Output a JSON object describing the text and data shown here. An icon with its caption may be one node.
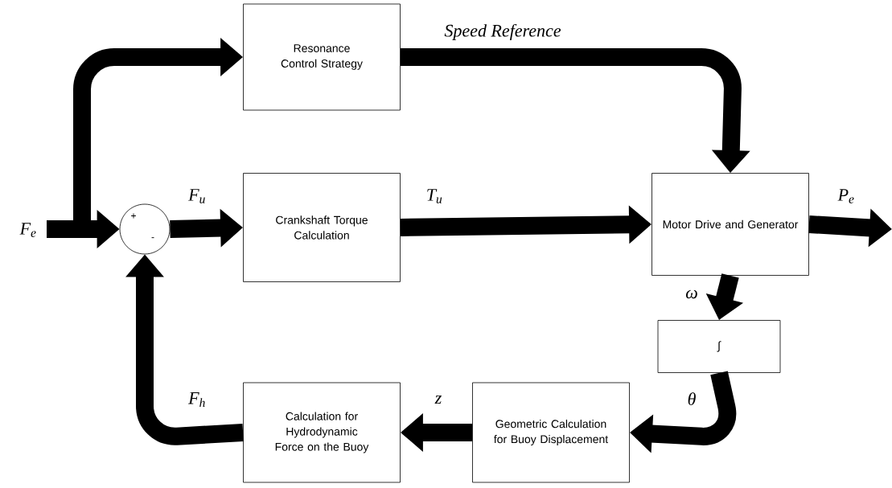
{
  "diagram": {
    "nodes": [
      {
        "text": [
          "Resonance Control Strategy"
        ]
      },
      {
        "text": [
          "+",
          "-"
        ]
      },
      {
        "text": [
          "Crankshaft Torque Calculation"
        ]
      },
      {
        "text": [
          "Motor Drive and Generator"
        ]
      },
      {
        "text": [
          "∫"
        ]
      },
      {
        "text": [
          "Geometric Calculation for Buoy Displacement"
        ]
      },
      {
        "text": [
          "Calculation for Hydrodynamic Force on the Buoy"
        ]
      }
    ],
    "edges": [
      {
        "from": null,
        "to": 1,
        "arrow": "to",
        "label": "F$_{e}$"
      },
      {
        "from": null,
        "to": 0,
        "arrow": "to"
      },
      {
        "from": 1,
        "to": 2,
        "arrow": "to",
        "label": "F$_{u}$"
      },
      {
        "from": 2,
        "to": 3,
        "arrow": "to",
        "label": "T$_{u}$"
      },
      {
        "from": 0,
        "to": 3,
        "arrow": "to",
        "label": "Speed Reference"
      },
      {
        "from": 3,
        "to": null,
        "arrow": "to",
        "label": "P$_{e}$"
      },
      {
        "from": 3,
        "to": 4,
        "arrow": "to",
        "label": "ω"
      },
      {
        "from": 4,
        "to": 5,
        "arrow": "to",
        "label": "θ"
      },
      {
        "from": 5,
        "to": 6,
        "arrow": "to",
        "label": "z"
      },
      {
        "from": 6,
        "to": 1,
        "arrow": "to",
        "label": "F$_{h}$"
      }
    ]
  }
}
